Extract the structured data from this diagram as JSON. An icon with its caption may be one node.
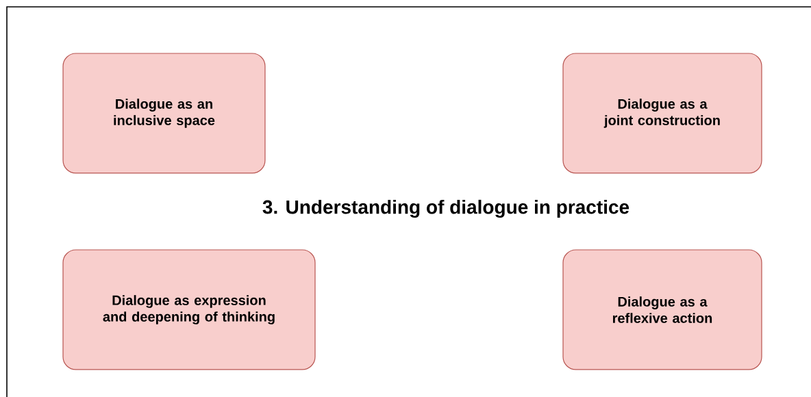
{
  "diagram": {
    "title": "3. Understanding of dialogue in practice",
    "nodes": [
      {
        "text": [
          "Dialogue as an inclusive space"
        ]
      },
      {
        "text": [
          "Dialogue as a joint construction"
        ]
      },
      {
        "text": [
          "Dialogue as expression and deepening of thinking"
        ]
      },
      {
        "text": [
          "Dialogue as a reflexive action"
        ]
      }
    ]
  }
}
